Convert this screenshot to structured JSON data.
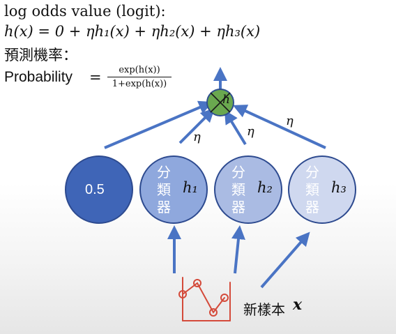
{
  "line1": "log odds value (logit):",
  "line2": "h(x) = 0 + ηh₁(x) + ηh₂(x) + ηh₃(x)",
  "line3": "預測機率：",
  "prob_label": "Probability",
  "prob_equals": "=",
  "frac_num": "exp(h(x))",
  "frac_den": "1+exp(h(x))",
  "output_symbol": "h",
  "eta": "η",
  "base_node": "0.5",
  "classifier_chars": [
    "分",
    "類",
    "器"
  ],
  "classifiers": [
    "h₁",
    "h₂",
    "h₃"
  ],
  "sample_label": "新樣本",
  "sample_symbol": "x",
  "colors": {
    "arrow": "#4a74c4",
    "output_node": "#6aa84f",
    "base_node": "#3f65b7",
    "h1": "#8fa8dd",
    "h2": "#aabbe3",
    "h3": "#cfd8ef",
    "sample_sketch": "#d44a3a"
  }
}
